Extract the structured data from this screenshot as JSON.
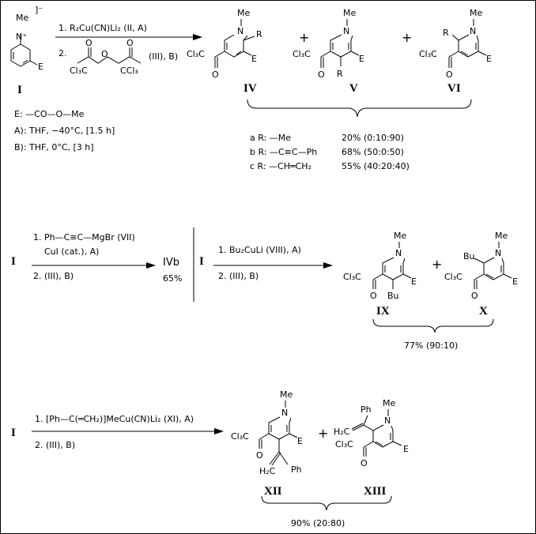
{
  "reaction1": {
    "reagent_line1": "1.  R₂Cu(CN)Li₂  (II, A)",
    "reagent_line2": "2.",
    "reagent_line2_suffix": "(III), B)",
    "anhydride_left": "Cl₃C",
    "anhydride_right": "CCl₃",
    "start_label": "I",
    "start_counterion": "]⁻",
    "start_substituent": "E",
    "start_methyl": "Me",
    "start_cation": "N⁺",
    "products": [
      {
        "label": "IV",
        "left": "Cl₃C",
        "e": "E",
        "r": "R",
        "me": "Me",
        "n": "N"
      },
      {
        "label": "V",
        "left": "Cl₃C",
        "e": "E",
        "r": "R",
        "me": "Me",
        "n": "N"
      },
      {
        "label": "VI",
        "left": "Cl₃C",
        "e": "E",
        "r": "R",
        "me": "Me",
        "n": "N"
      }
    ],
    "plus": "+",
    "oxygen": "O",
    "legend": {
      "e": "E: —CO—O—Me",
      "a": "A): THF, −40°C, [1.5 h]",
      "b": "B): THF, 0°C, [3 h]"
    },
    "results": [
      {
        "r": "a R: —Me",
        "yield": "20% (0:10:90)"
      },
      {
        "r": "b R: —C≡C—Ph",
        "yield": "68% (50:0:50)"
      },
      {
        "r": "c R: —CH═CH₂",
        "yield": "55% (40:20:40)"
      }
    ]
  },
  "reaction2": {
    "start": "I",
    "line1": "1. Ph—C≡C—MgBr  (VII)",
    "line2": "CuI (cat.), A)",
    "line3": "2. (III), B)",
    "product": "IVb",
    "yield": "65%"
  },
  "reaction3": {
    "start": "I",
    "line1": "1.  Bu₂CuLi  (VIII), A)",
    "line2": "2. (III), B)",
    "products": [
      {
        "label": "IX",
        "left": "Cl₃C",
        "e": "E",
        "sub": "Bu",
        "me": "Me",
        "n": "N"
      },
      {
        "label": "X",
        "left": "Cl₃C",
        "e": "E",
        "sub": "Bu",
        "me": "Me",
        "n": "N"
      }
    ],
    "plus": "+",
    "oxygen": "O",
    "yield": "77% (90:10)"
  },
  "reaction4": {
    "start": "I",
    "line1": "1. [Ph—C(═CH₂)]MeCu(CN)Li₂  (XI), A)",
    "line2": "2. (III), B)",
    "products": [
      {
        "label": "XII",
        "left": "Cl₃C",
        "e": "E",
        "me": "Me",
        "n": "N",
        "ph": "Ph",
        "vinyl": "H₂C"
      },
      {
        "label": "XIII",
        "left": "Cl₃C",
        "e": "E",
        "me": "Me",
        "n": "N",
        "ph": "Ph",
        "vinyl": "H₂C"
      }
    ],
    "plus": "+",
    "oxygen": "O",
    "yield": "90% (20:80)"
  }
}
